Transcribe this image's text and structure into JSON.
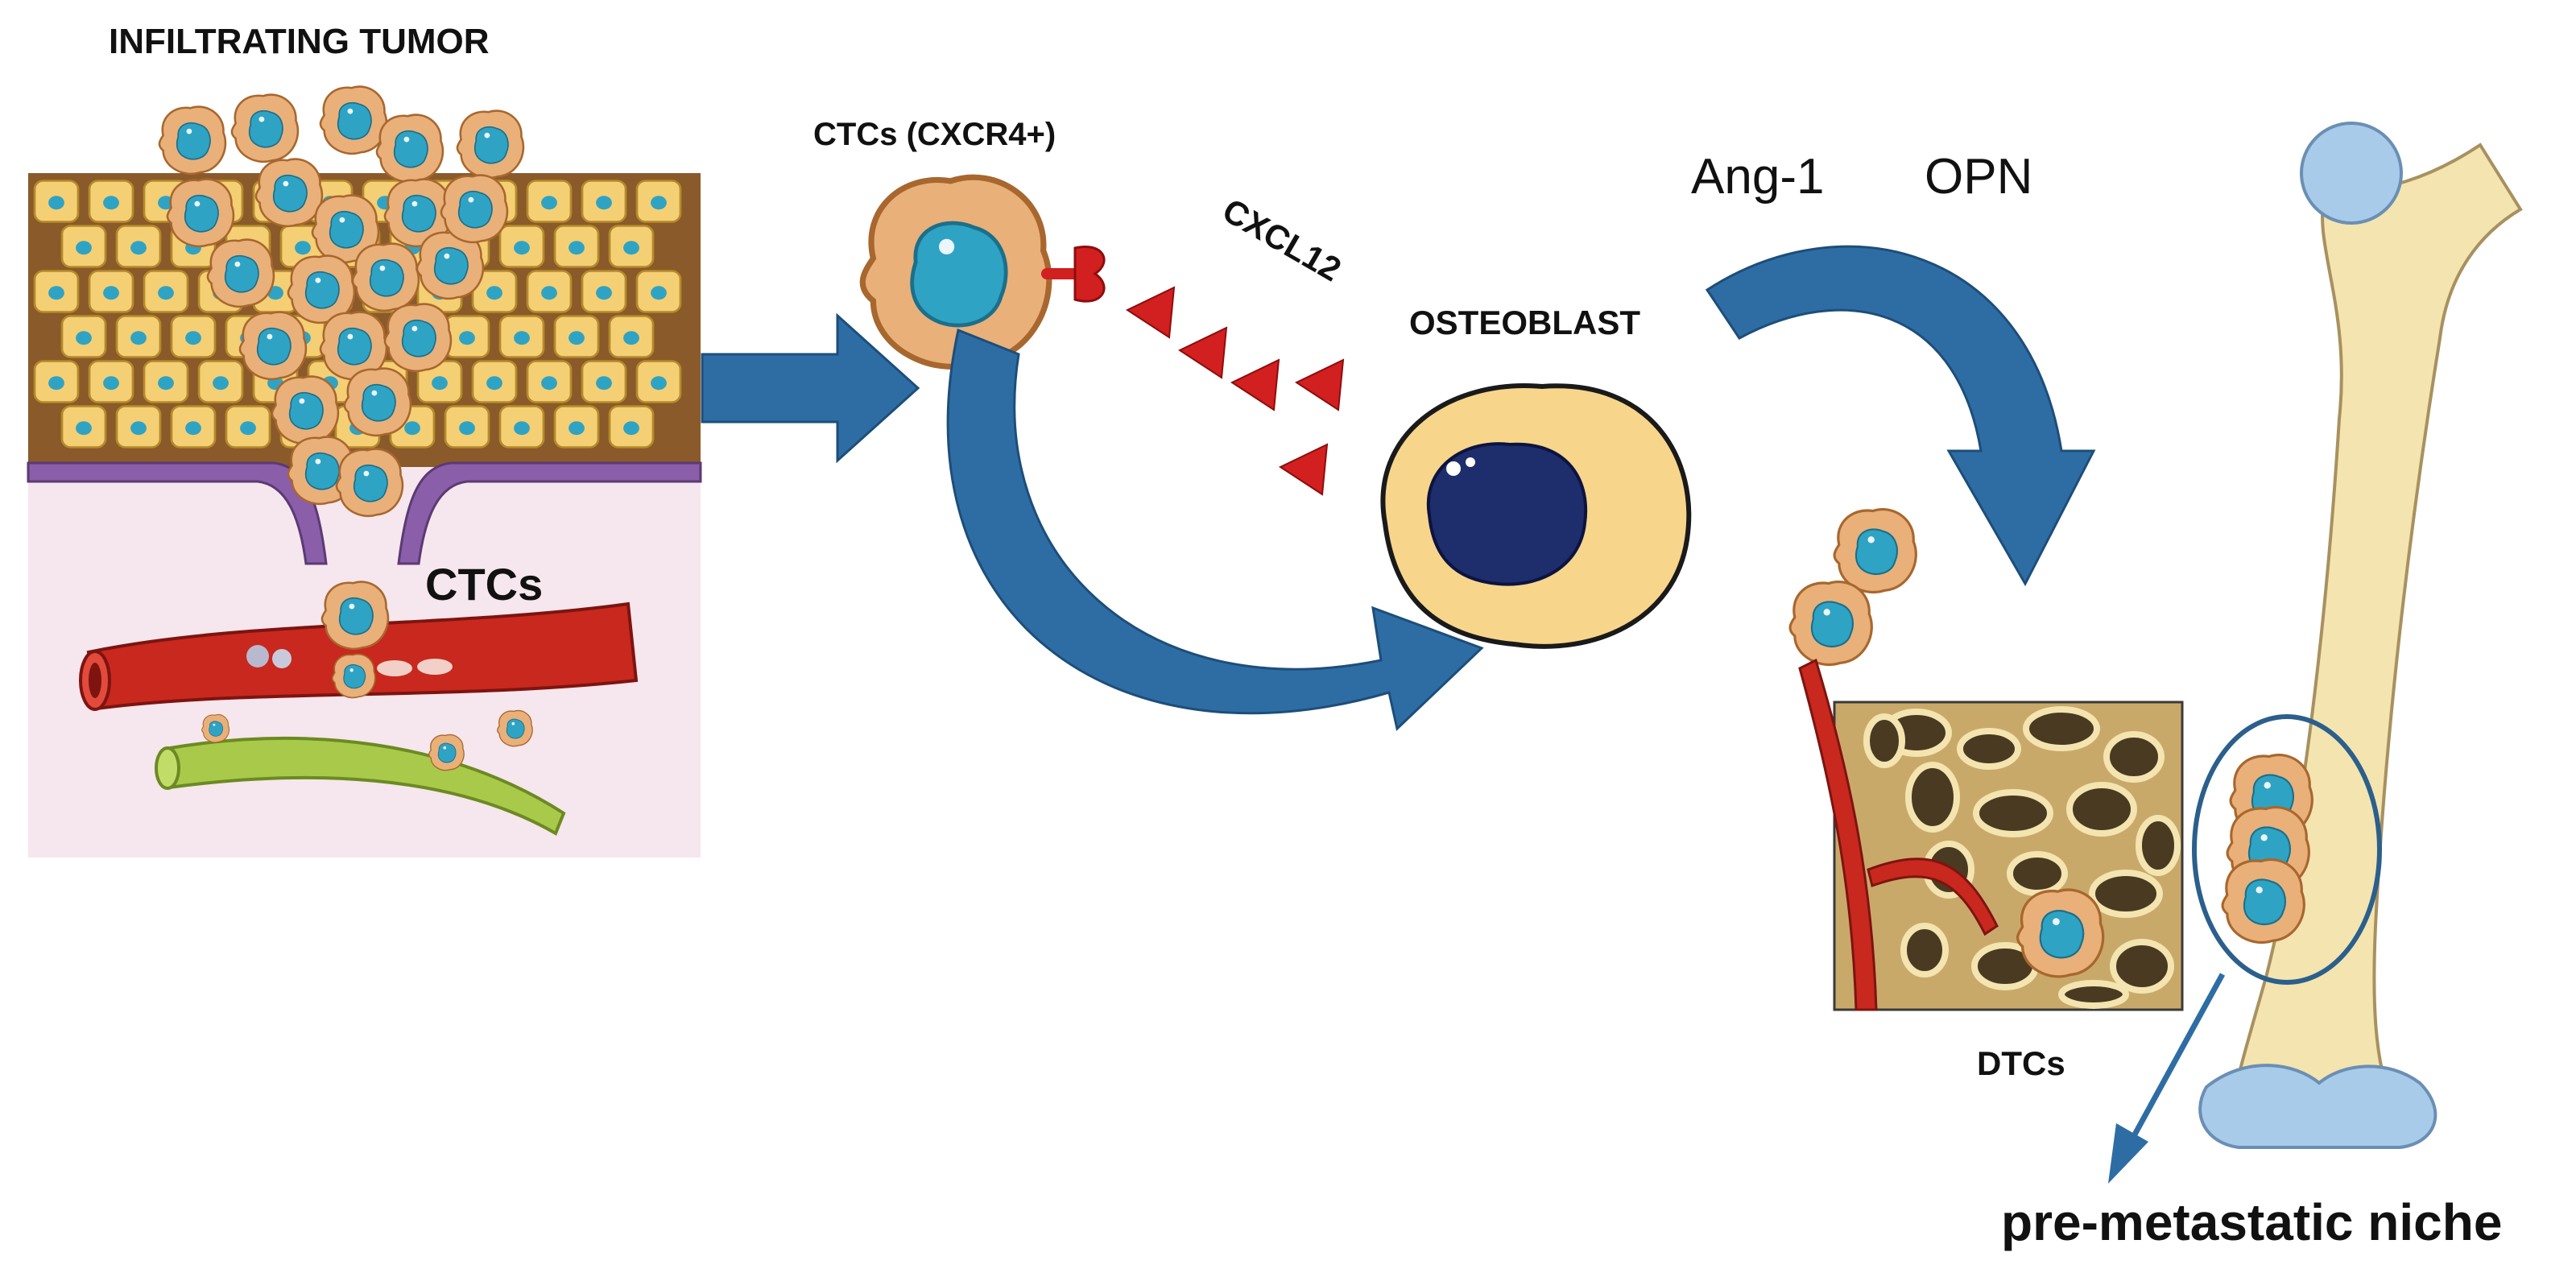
{
  "labels": {
    "infiltrating_tumor": "INFILTRATING TUMOR",
    "ctcs_vessel": "CTCs",
    "ctcs_receptor": "CTCs (CXCR4+)",
    "chemokine": "CXCL12",
    "osteoblast": "OSTEOBLAST",
    "factor_1": "Ang-1",
    "factor_2": "OPN",
    "dtcs": "DTCs",
    "niche": "pre-metastatic niche"
  },
  "colors": {
    "arrow_blue": "#2e6da4",
    "cell_orange": "#e9b07a",
    "nucleus_cyan": "#2fa3c4",
    "epithelium_yellow": "#f5cf73",
    "vessel_red": "#c8281e",
    "lymph_green": "#a9c94b",
    "osteoblast_yellow": "#f7d58b",
    "osteoblast_nucleus": "#1e2d6b",
    "bone_cream": "#f3e4b0",
    "cartilage_blue": "#a9cbea",
    "chemokine_red": "#d21f1f"
  },
  "icons": [
    "tumor-tissue-illustration",
    "blood-vessel-icon",
    "lymph-vessel-icon",
    "ctc-cell-icon",
    "cxcr4-receptor-icon",
    "chemokine-triangle-icon",
    "osteoblast-cell-icon",
    "trabecular-bone-icon",
    "femur-bone-icon"
  ]
}
